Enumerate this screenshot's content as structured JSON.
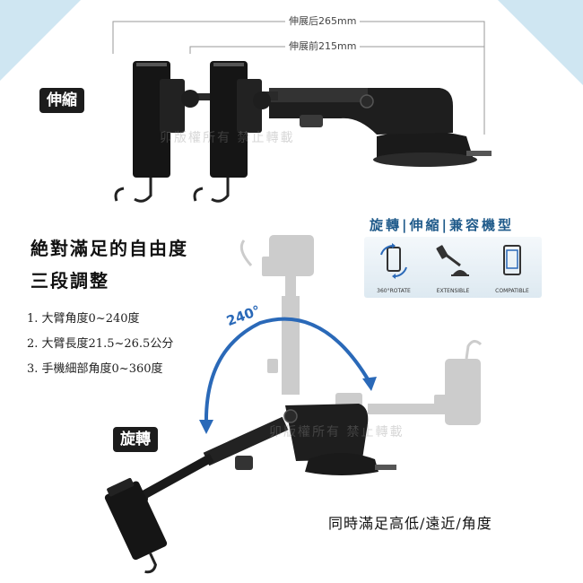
{
  "labels": {
    "extend_tag": "伸縮",
    "rotate_tag": "旋轉",
    "after_extension": "伸展后265mm",
    "before_extension": "伸展前215mm",
    "angle": "240°"
  },
  "headline": {
    "line1": "絶對滿足的自由度",
    "line2": "三段調整"
  },
  "specs": [
    "1. 大臂角度0~240度",
    "2. 大臂長度21.5~26.5公分",
    "3. 手機細部角度0~360度"
  ],
  "features": {
    "title": "旋轉|伸縮|兼容機型",
    "items": [
      {
        "label": "360°ROTATE",
        "icon": "rotate-phone-icon"
      },
      {
        "label": "EXTENSIBLE",
        "icon": "extensible-arm-icon"
      },
      {
        "label": "COMPATIBLE",
        "icon": "compatible-phone-icon"
      }
    ]
  },
  "caption": "同時滿足高低/遠近/角度",
  "watermark": "卯版權所有 禁止轉載",
  "colors": {
    "accent_blue": "#2a69b8",
    "corner_blue": "#cfe6f2",
    "tag_bg": "#1c1c1c",
    "product_black": "#1a1a1a"
  }
}
